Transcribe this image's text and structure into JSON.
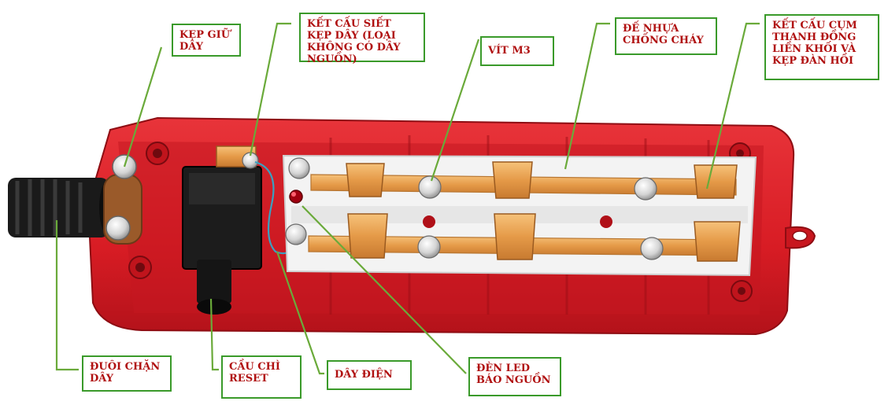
{
  "colors": {
    "housing": "#d81c24",
    "housing_dark": "#a81018",
    "white_base": "#f2f2f2",
    "copper": "#e8a050",
    "label_border": "#3a9a2a",
    "label_text": "#b01010",
    "leader": "#6aaa3a",
    "wire": "#3aa0c0"
  },
  "labels": {
    "kep_giu_day": "KẸP GIỮ DÂY",
    "ket_cau_siet_kep": "KẾT CẤU SIẾT KẸP DÂY (LOẠI KHÔNG CÓ DÂY NGUỒN)",
    "vit_m3": "VÍT M3",
    "de_nhua": "ĐẾ NHỰA CHỐNG CHÁY",
    "ket_cau_cum": "KẾT CẤU CỤM THANH ĐỒNG LIỀN KHỐI VÀ KẸP ĐÀN HỒI",
    "duoi_chan_day": "ĐUÔI CHẶN DÂY",
    "cau_chi_reset": "CẦU CHÌ RESET",
    "day_dien": "DÂY ĐIỆN",
    "den_led": "ĐÈN LED BÁO NGUỒN"
  },
  "icons": {
    "strain_relief": "cable-strain-relief-icon",
    "screw": "screw-icon",
    "fuse": "reset-fuse-icon",
    "led": "led-indicator-icon",
    "clip": "spring-clip-icon"
  }
}
